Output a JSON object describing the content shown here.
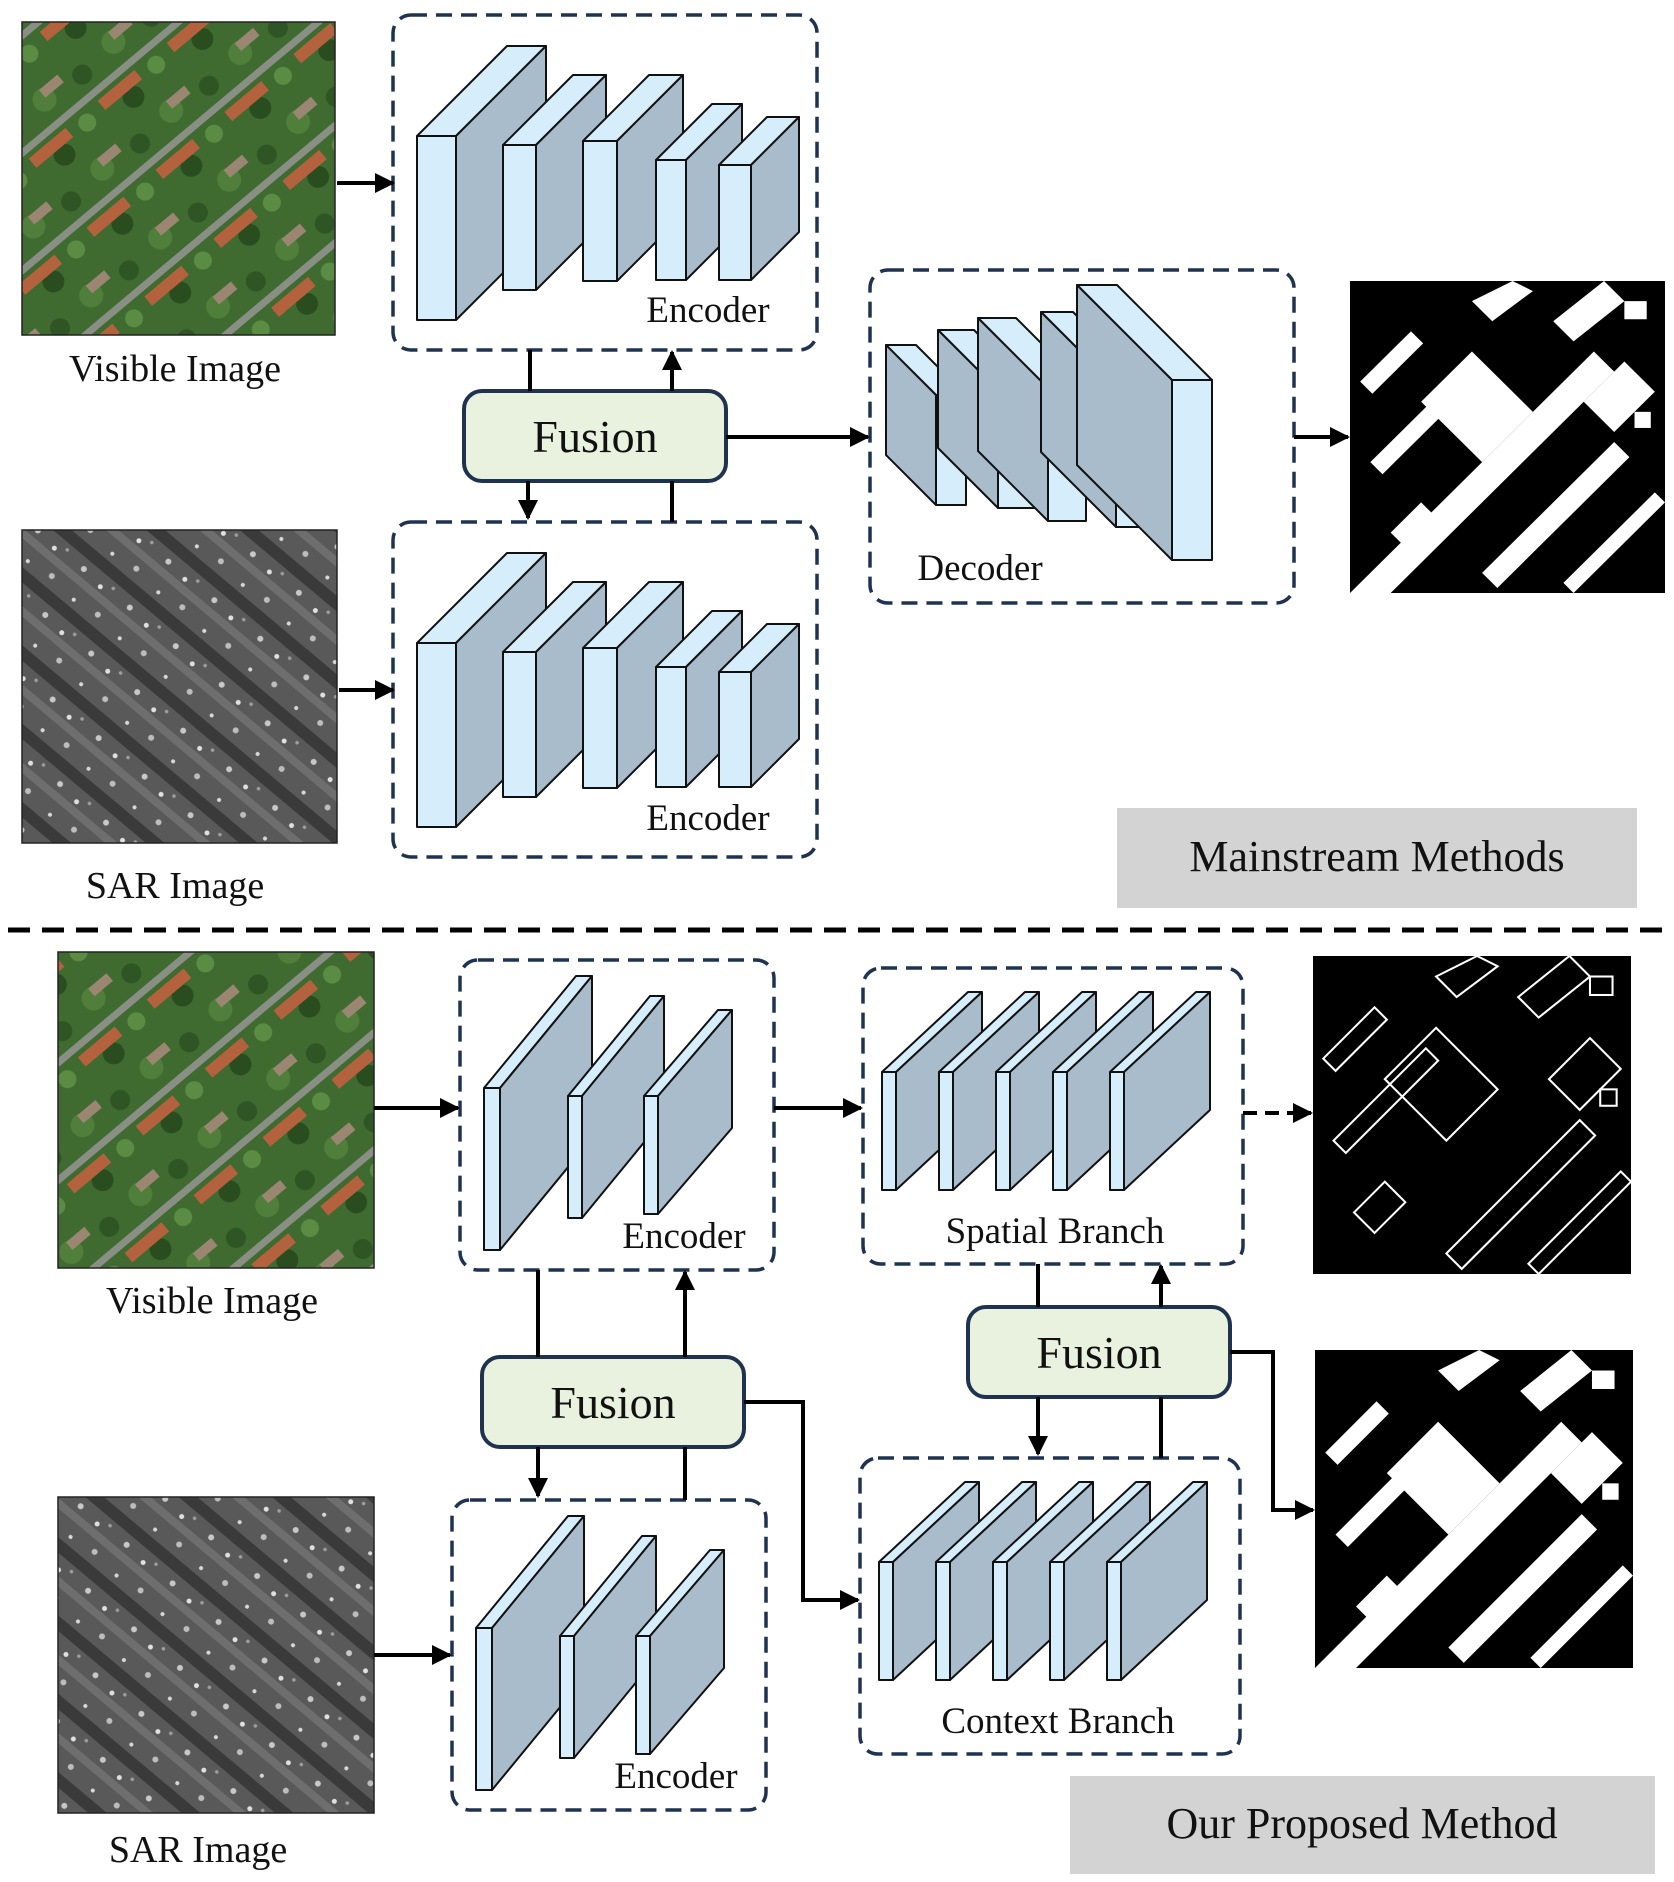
{
  "colors": {
    "block_face": "#a9bccb",
    "block_side": "#d6eefb",
    "block_stroke": "#111111",
    "fusion_fill": "#e9f2df",
    "fusion_stroke": "#1f3350",
    "dashed_box": "#1f3350",
    "section_tag_bg": "#d3d3d3",
    "arrow": "#000000",
    "mask_bg": "#000000",
    "mask_fg": "#ffffff"
  },
  "top_section": {
    "visible_caption": "Visible Image",
    "sar_caption": "SAR Image",
    "encoder_top_label": "Encoder",
    "encoder_bottom_label": "Encoder",
    "fusion_label": "Fusion",
    "decoder_label": "Decoder",
    "section_tag": "Mainstream Methods"
  },
  "bottom_section": {
    "visible_caption": "Visible Image",
    "sar_caption": "SAR Image",
    "encoder_top_label": "Encoder",
    "encoder_bottom_label": "Encoder",
    "fusion_left_label": "Fusion",
    "fusion_right_label": "Fusion",
    "spatial_branch_label": "Spatial Branch",
    "context_branch_label": "Context Branch",
    "section_tag": "Our Proposed Method"
  },
  "icons": [
    "visible-image-icon",
    "sar-image-icon",
    "segmentation-mask-icon",
    "edge-map-icon",
    "arrow-icon"
  ]
}
